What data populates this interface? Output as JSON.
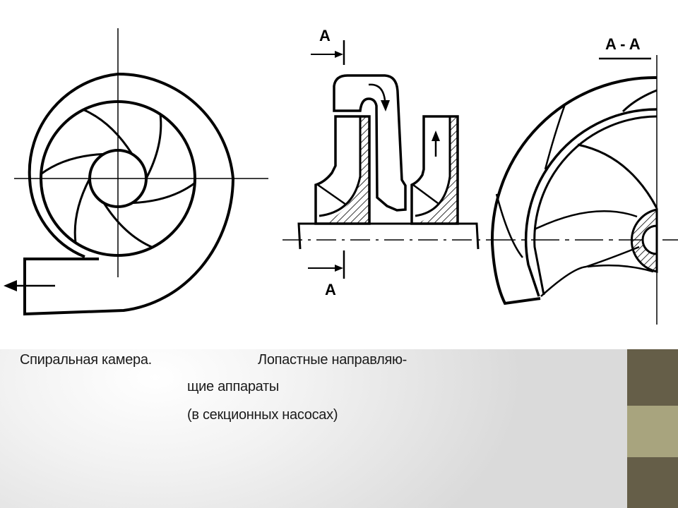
{
  "figure": {
    "section_label_top": "A",
    "section_label_bottom": "A",
    "section_view_title": "A - A"
  },
  "caption": {
    "left": "Спиральная камера.",
    "right_line1": "Лопастные направляю-",
    "right_line2": "щие аппараты",
    "right_line3": "(в секционных насосах)"
  },
  "colors": {
    "accent_dark": "#655e48",
    "accent_light": "#a8a47e"
  }
}
